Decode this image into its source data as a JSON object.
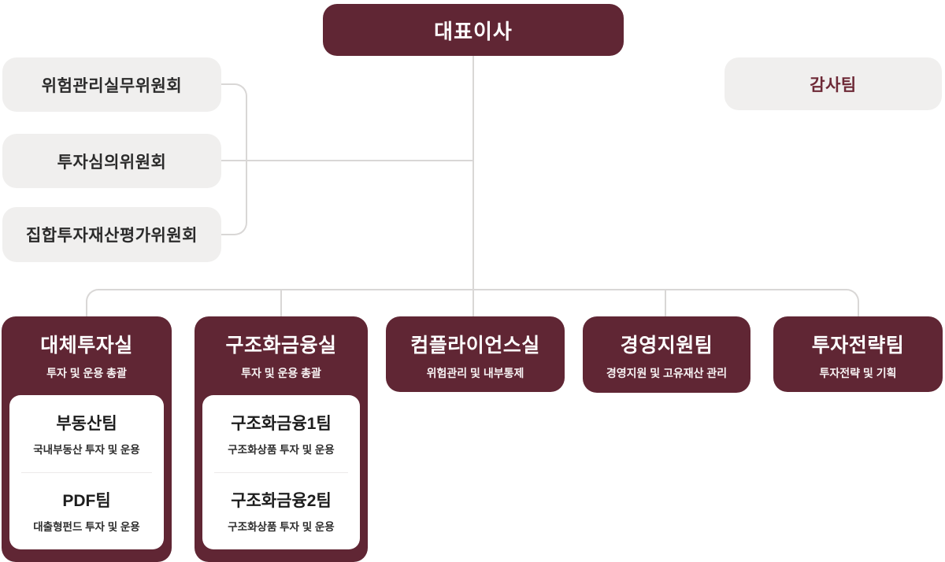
{
  "colors": {
    "maroon": "#602634",
    "light_box": "#f0efee",
    "connector_line": "#d9d7d6",
    "committee_text": "#2b2b2b",
    "audit_text": "#6d2936"
  },
  "root": {
    "label": "대표이사"
  },
  "committees": [
    {
      "label": "위험관리실무위원회"
    },
    {
      "label": "투자심의위원회"
    },
    {
      "label": "집합투자재산평가위원회"
    }
  ],
  "audit": {
    "label": "감사팀"
  },
  "divisions": [
    {
      "title": "대체투자실",
      "subtitle": "투자 및 운용 총괄",
      "teams": [
        {
          "name": "부동산팀",
          "desc": "국내부동산 투자 및 운용"
        },
        {
          "name": "PDF팀",
          "desc": "대출형펀드 투자 및 운용"
        }
      ]
    },
    {
      "title": "구조화금융실",
      "subtitle": "투자 및 운용 총괄",
      "teams": [
        {
          "name": "구조화금융1팀",
          "desc": "구조화상품 투자 및 운용"
        },
        {
          "name": "구조화금융2팀",
          "desc": "구조화상품 투자 및 운용"
        }
      ]
    },
    {
      "title": "컴플라이언스실",
      "subtitle": "위험관리 및 내부통제",
      "teams": []
    },
    {
      "title": "경영지원팀",
      "subtitle": "경영지원 및 고유재산 관리",
      "teams": []
    },
    {
      "title": "투자전략팀",
      "subtitle": "투자전략 및 기획",
      "teams": []
    }
  ]
}
